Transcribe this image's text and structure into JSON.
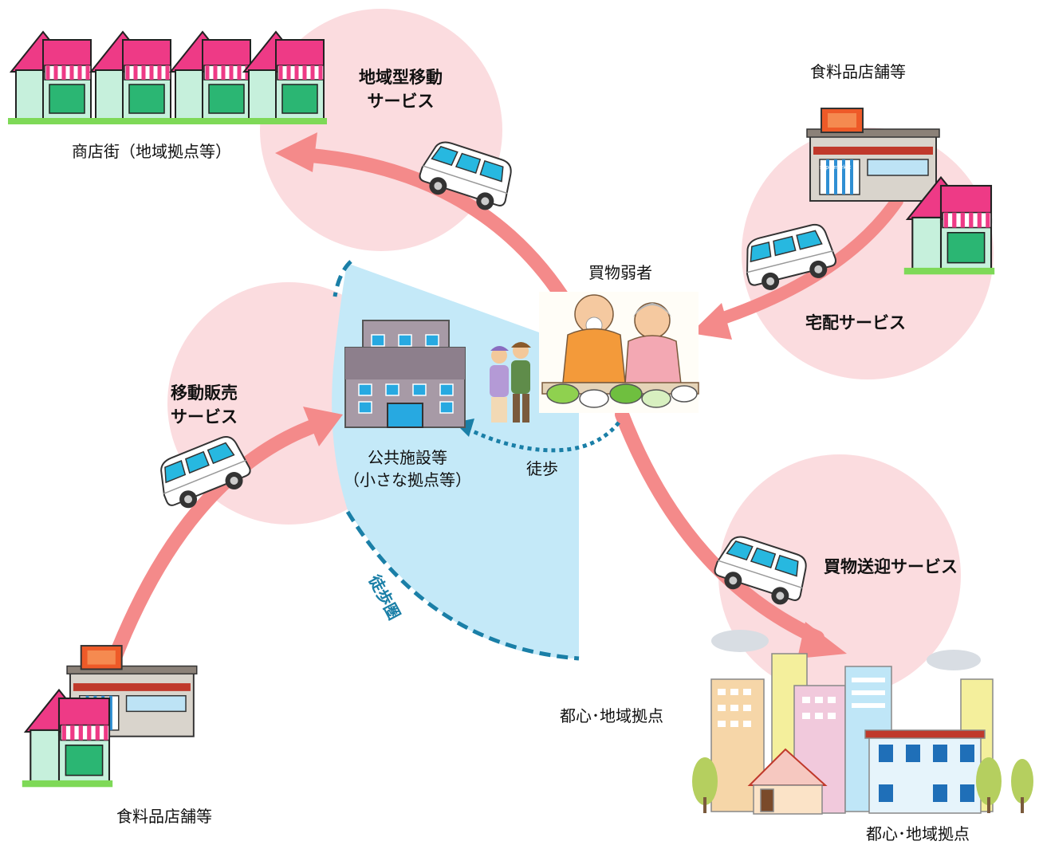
{
  "labels": {
    "shopping_street": "商店街（地域拠点等）",
    "regional_mobile_service_line1": "地域型移動",
    "regional_mobile_service_line2": "サービス",
    "food_store_top": "食料品店舗等",
    "delivery_service": "宅配サービス",
    "shopping_vulnerable": "買物弱者",
    "mobile_sales_line1": "移動販売",
    "mobile_sales_line2": "サービス",
    "public_facility_line1": "公共施設等",
    "public_facility_line2": "（小さな拠点等）",
    "walk": "徒歩",
    "walking_area": "徒歩圏",
    "shuttle_service": "買物送迎サービス",
    "city_center_left": "都心･地域拠点",
    "city_center_bottom": "都心･地域拠点",
    "food_store_bottom": "食料品店舗等",
    "supermarket_sign": "supermarket"
  },
  "colors": {
    "service_circle": "#fbdcdf",
    "arrow": "#f48a8a",
    "walk_zone": "#c4e9f8",
    "walk_line": "#1a7fa7"
  }
}
